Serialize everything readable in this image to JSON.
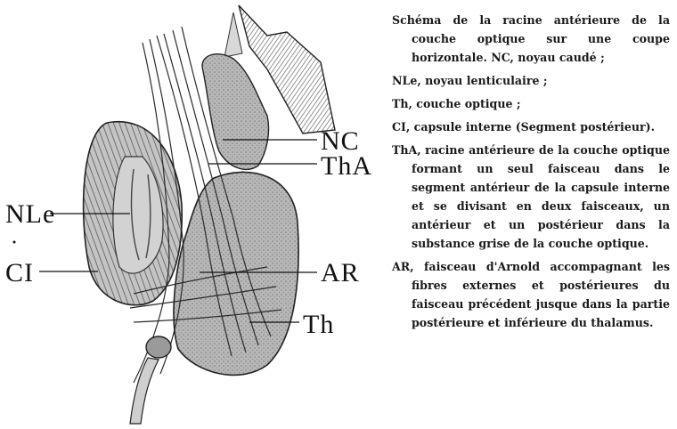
{
  "labels": {
    "nc": "NC",
    "tha": "ThA",
    "nle": "NLe",
    "ci": "CI",
    "ar": "AR",
    "th": "Th"
  },
  "legend": {
    "caption": "Schéma de la racine antérieure de la couche optique sur une coupe horizontale. NC, noyau caudé ;",
    "nle": "NLe, noyau lenticulaire ;",
    "th": "Th, couche optique ;",
    "ci": "CI, capsule interne (Segment postérieur).",
    "tha": "ThA, racine antérieure de la couche optique formant un seul faisceau dans le segment antérieur de la capsule interne et se divisant en deux faisceaux, un antérieur et un postérieur dans la substance grise de la couche optique.",
    "ar": "AR, faisceau d'Arnold accompagnant les fibres externes et postérieures du faisceau précédent jusque dans la partie postérieure et inférieure du thalamus."
  }
}
